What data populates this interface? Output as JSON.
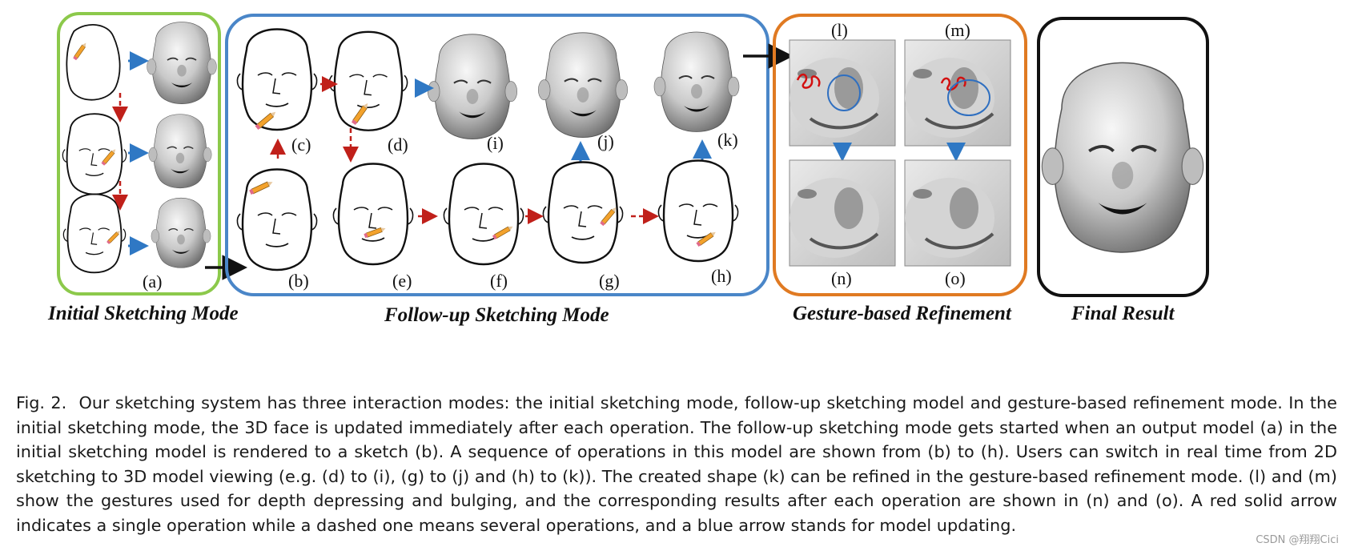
{
  "figure": {
    "modes": {
      "initial": "Initial Sketching Mode",
      "followup": "Follow-up Sketching Mode",
      "gesture": "Gesture-based Refinement",
      "final": "Final Result"
    },
    "panel_labels": {
      "a": "(a)",
      "b": "(b)",
      "c": "(c)",
      "d": "(d)",
      "e": "(e)",
      "f": "(f)",
      "g": "(g)",
      "h": "(h)",
      "i": "(i)",
      "j": "(j)",
      "k": "(k)",
      "l": "(l)",
      "m": "(m)",
      "n": "(n)",
      "o": "(o)"
    },
    "colors": {
      "initial_border": "#8cc94b",
      "followup_border": "#4a86c8",
      "gesture_border": "#e07a22",
      "final_border": "#111111",
      "operation_arrow": "#c0201a",
      "update_arrow": "#2f78c4"
    }
  },
  "caption": {
    "fig_num": "Fig. 2.",
    "text": "Our sketching system has three interaction modes: the initial sketching mode, follow-up sketching model and gesture-based refinement mode. In the initial sketching mode, the 3D face is updated immediately after each operation. The follow-up sketching mode gets started when an output model (a) in the initial sketching model is rendered to a sketch (b). A sequence of operations in this model are shown from (b) to (h). Users can switch in real time from 2D sketching to 3D model viewing (e.g. (d) to (i), (g) to (j) and (h) to (k)). The created shape (k) can be refined in the gesture-based refinement mode. (l) and (m) show the gestures used for depth depressing and bulging, and the corresponding results after each operation are shown in (n) and (o). A red solid arrow indicates a single operation while a dashed one means several operations, and a blue arrow stands for model updating."
  },
  "watermark": "CSDN @翔翔Cici"
}
